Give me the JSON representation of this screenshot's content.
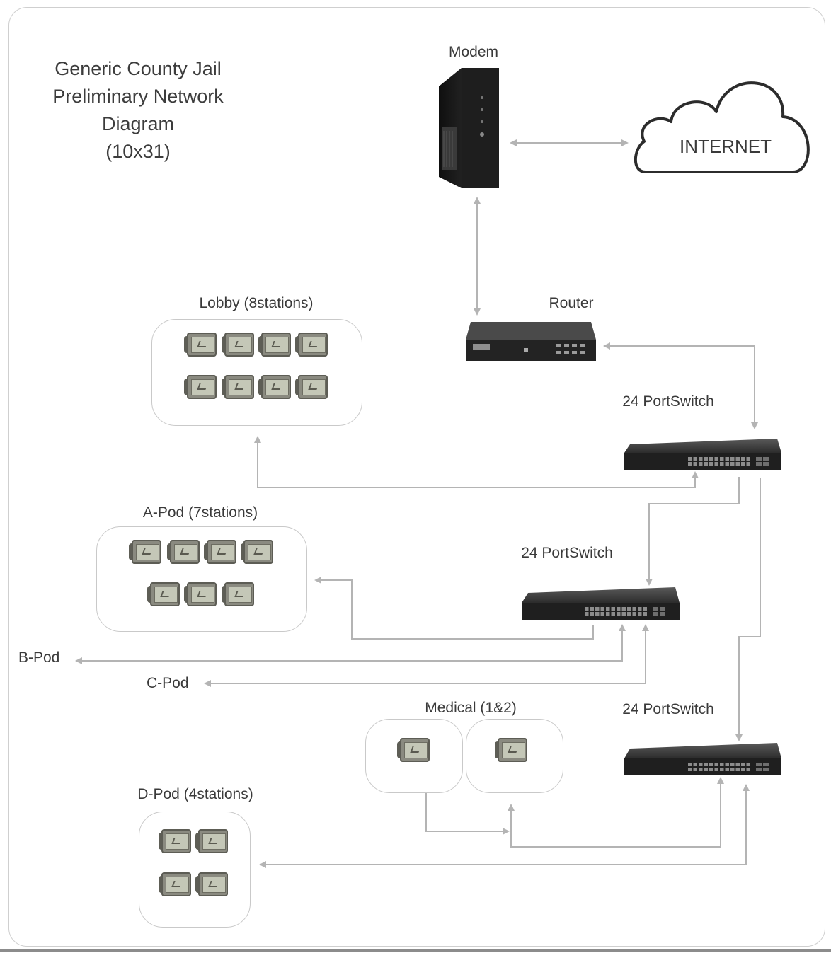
{
  "diagram": {
    "title_lines": [
      "Generic County Jail",
      "Preliminary Network",
      "Diagram",
      "(10x31)"
    ],
    "devices": {
      "modem": "Modem",
      "internet": "INTERNET",
      "router": "Router",
      "switch_1": "24 PortSwitch",
      "switch_2": "24 PortSwitch",
      "switch_3": "24 PortSwitch"
    },
    "groups": {
      "lobby": {
        "label": "Lobby (8stations)",
        "stations": 8
      },
      "a_pod": {
        "label": "A-Pod (7stations)",
        "stations": 7
      },
      "medical": {
        "label": "Medical (1&2)",
        "stations": 2
      },
      "d_pod": {
        "label": "D-Pod (4stations)",
        "stations": 4
      }
    },
    "offpage": {
      "b_pod": "B-Pod",
      "c_pod": "C-Pod"
    },
    "connections": [
      [
        "Modem",
        "INTERNET"
      ],
      [
        "Modem",
        "Router"
      ],
      [
        "Router",
        "24 PortSwitch (1)"
      ],
      [
        "24 PortSwitch (1)",
        "Lobby"
      ],
      [
        "24 PortSwitch (1)",
        "24 PortSwitch (2)"
      ],
      [
        "24 PortSwitch (1)",
        "24 PortSwitch (3)"
      ],
      [
        "24 PortSwitch (2)",
        "A-Pod"
      ],
      [
        "24 PortSwitch (2)",
        "B-Pod"
      ],
      [
        "24 PortSwitch (2)",
        "C-Pod"
      ],
      [
        "24 PortSwitch (3)",
        "Medical"
      ],
      [
        "24 PortSwitch (3)",
        "D-Pod"
      ],
      [
        "Medical 1",
        "Medical 2"
      ]
    ]
  }
}
